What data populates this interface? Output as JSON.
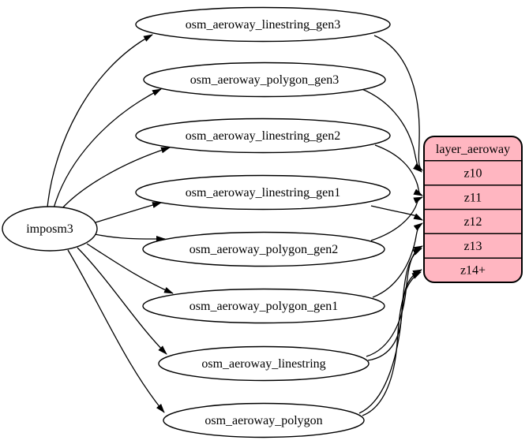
{
  "diagram": {
    "kind": "etl-graph",
    "background_color": "#ffffff",
    "node_fill": "#ffffff",
    "line_color": "#000000",
    "source": {
      "label": "imposm3"
    },
    "tables": [
      {
        "label": "osm_aeroway_linestring_gen3"
      },
      {
        "label": "osm_aeroway_polygon_gen3"
      },
      {
        "label": "osm_aeroway_linestring_gen2"
      },
      {
        "label": "osm_aeroway_linestring_gen1"
      },
      {
        "label": "osm_aeroway_polygon_gen2"
      },
      {
        "label": "osm_aeroway_polygon_gen1"
      },
      {
        "label": "osm_aeroway_linestring"
      },
      {
        "label": "osm_aeroway_polygon"
      }
    ],
    "layer": {
      "header": "layer_aeroway",
      "fill": "#ffb6c1",
      "rows": [
        {
          "label": "z10"
        },
        {
          "label": "z11"
        },
        {
          "label": "z12"
        },
        {
          "label": "z13"
        },
        {
          "label": "z14+"
        }
      ]
    },
    "edges": {
      "from_source_to": [
        "osm_aeroway_linestring_gen3",
        "osm_aeroway_polygon_gen3",
        "osm_aeroway_linestring_gen2",
        "osm_aeroway_linestring_gen1",
        "osm_aeroway_polygon_gen2",
        "osm_aeroway_polygon_gen1",
        "osm_aeroway_linestring",
        "osm_aeroway_polygon"
      ],
      "to_layer": [
        {
          "from": "osm_aeroway_linestring_gen3",
          "to": "z10"
        },
        {
          "from": "osm_aeroway_polygon_gen3",
          "to": "z10"
        },
        {
          "from": "osm_aeroway_linestring_gen2",
          "to": "z11"
        },
        {
          "from": "osm_aeroway_polygon_gen2",
          "to": "z11"
        },
        {
          "from": "osm_aeroway_linestring_gen1",
          "to": "z12"
        },
        {
          "from": "osm_aeroway_polygon_gen1",
          "to": "z12"
        },
        {
          "from": "osm_aeroway_linestring",
          "to": "z13"
        },
        {
          "from": "osm_aeroway_polygon",
          "to": "z13"
        },
        {
          "from": "osm_aeroway_linestring",
          "to": "z14+"
        },
        {
          "from": "osm_aeroway_polygon",
          "to": "z14+"
        }
      ]
    }
  }
}
